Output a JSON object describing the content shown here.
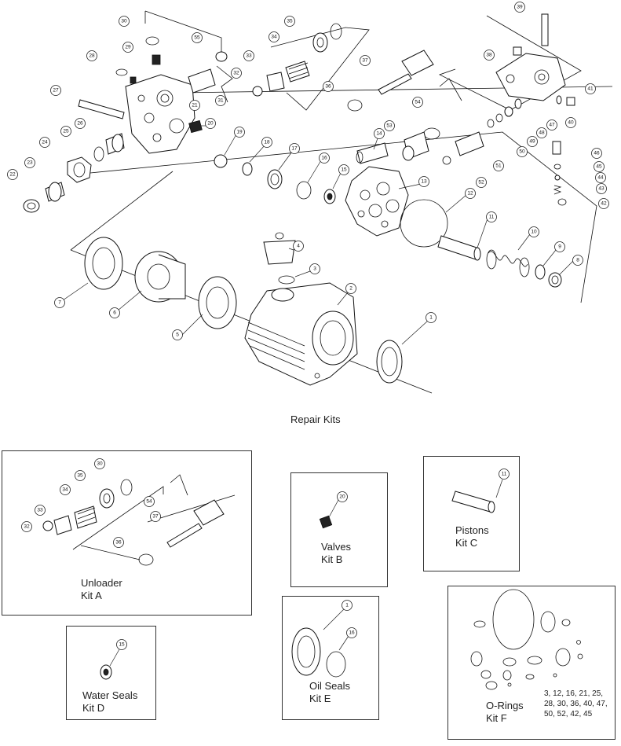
{
  "diagram": {
    "callouts": [
      "1",
      "2",
      "3",
      "4",
      "5",
      "6",
      "7",
      "8",
      "9",
      "10",
      "11",
      "12",
      "13",
      "14",
      "15",
      "16",
      "17",
      "18",
      "19",
      "20",
      "21",
      "22",
      "23",
      "24",
      "25",
      "26",
      "27",
      "28",
      "29",
      "30",
      "31",
      "32",
      "33",
      "34",
      "35",
      "36",
      "37",
      "38",
      "39",
      "40",
      "41",
      "42",
      "43",
      "44",
      "45",
      "46",
      "47",
      "48",
      "49",
      "50",
      "51",
      "52",
      "53",
      "54",
      "55"
    ]
  },
  "section_title": "Repair Kits",
  "kits": {
    "a": {
      "name": "Unloader",
      "kit": "Kit A",
      "callouts": [
        "30",
        "35",
        "34",
        "33",
        "32",
        "54",
        "37",
        "36"
      ]
    },
    "b": {
      "name": "Valves",
      "kit": "Kit B",
      "callouts": [
        "20"
      ]
    },
    "c": {
      "name": "Pistons",
      "kit": "Kit C",
      "callouts": [
        "11"
      ]
    },
    "d": {
      "name": "Water Seals",
      "kit": "Kit D",
      "callouts": [
        "15"
      ]
    },
    "e": {
      "name": "Oil Seals",
      "kit": "Kit E",
      "callouts": [
        "1",
        "16"
      ]
    },
    "f": {
      "name": "O-Rings",
      "kit": "Kit F",
      "list_line1": "3, 12, 16, 21, 25,",
      "list_line2": "28, 30, 36, 40, 47,",
      "list_line3": "50, 52, 42, 45"
    }
  }
}
